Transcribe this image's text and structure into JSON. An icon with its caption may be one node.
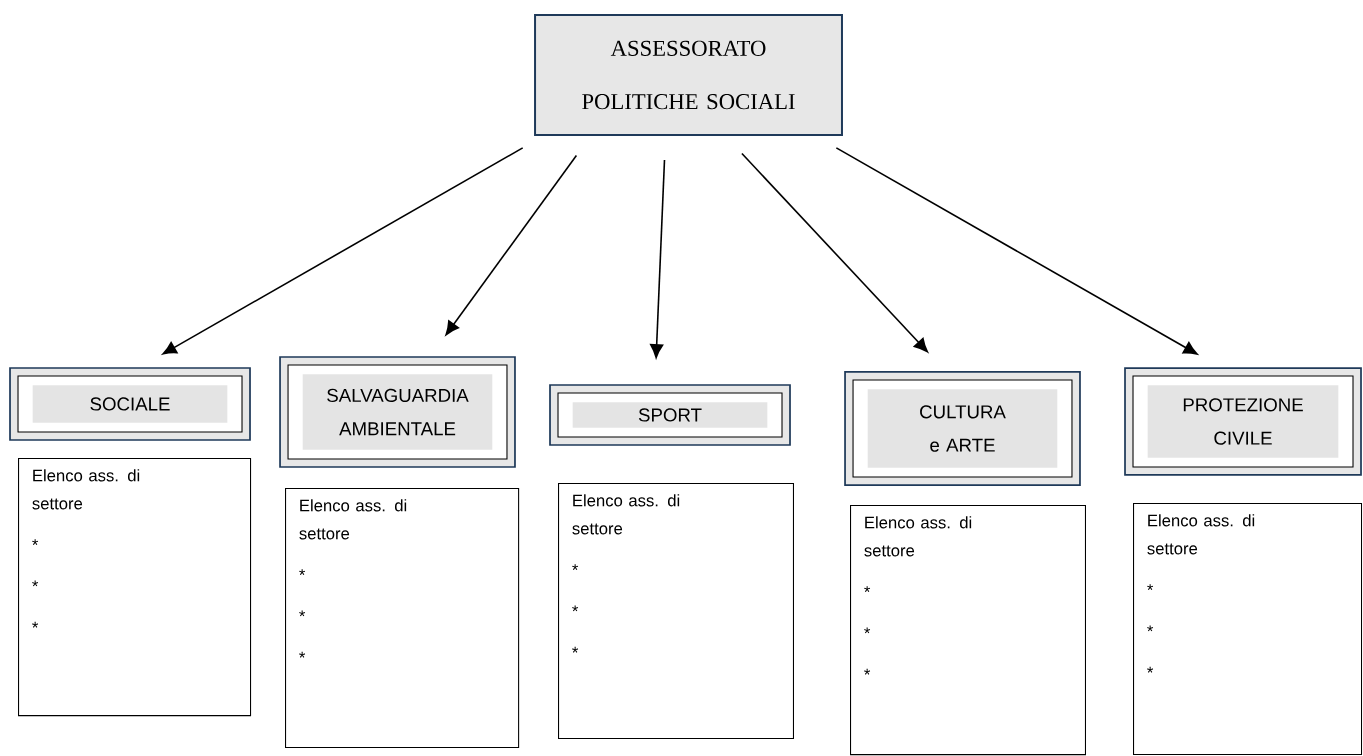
{
  "diagram": {
    "nodes": [
      {
        "text": [
          "ASSESSORATO POLITICHE SOCIALI"
        ]
      },
      {
        "text": [
          "SOCIALE"
        ]
      },
      {
        "text": [
          "SALVAGUARDIA AMBIENTALE"
        ]
      },
      {
        "text": [
          "SPORT"
        ]
      },
      {
        "text": [
          "CULTURA e ARTE"
        ]
      },
      {
        "text": [
          "PROTEZIONE CIVILE"
        ]
      },
      {
        "text": [
          "Elenco ass. di settore",
          "*",
          "*",
          "*"
        ]
      },
      {
        "text": [
          "Elenco ass. di settore",
          "*",
          "*",
          "*"
        ]
      },
      {
        "text": [
          "Elenco ass. di settore",
          "*",
          "*",
          "*"
        ]
      },
      {
        "text": [
          "Elenco ass. di settore",
          "*",
          "*",
          "*"
        ]
      },
      {
        "text": [
          "Elenco ass. di settore",
          "*",
          "*",
          "*"
        ]
      }
    ],
    "edges": [
      {
        "from": 0,
        "to": 1,
        "arrow": "to"
      },
      {
        "from": 0,
        "to": 2,
        "arrow": "to"
      },
      {
        "from": 0,
        "to": 3,
        "arrow": "to"
      },
      {
        "from": 0,
        "to": 4,
        "arrow": "to"
      },
      {
        "from": 0,
        "to": 5,
        "arrow": "to"
      }
    ]
  }
}
